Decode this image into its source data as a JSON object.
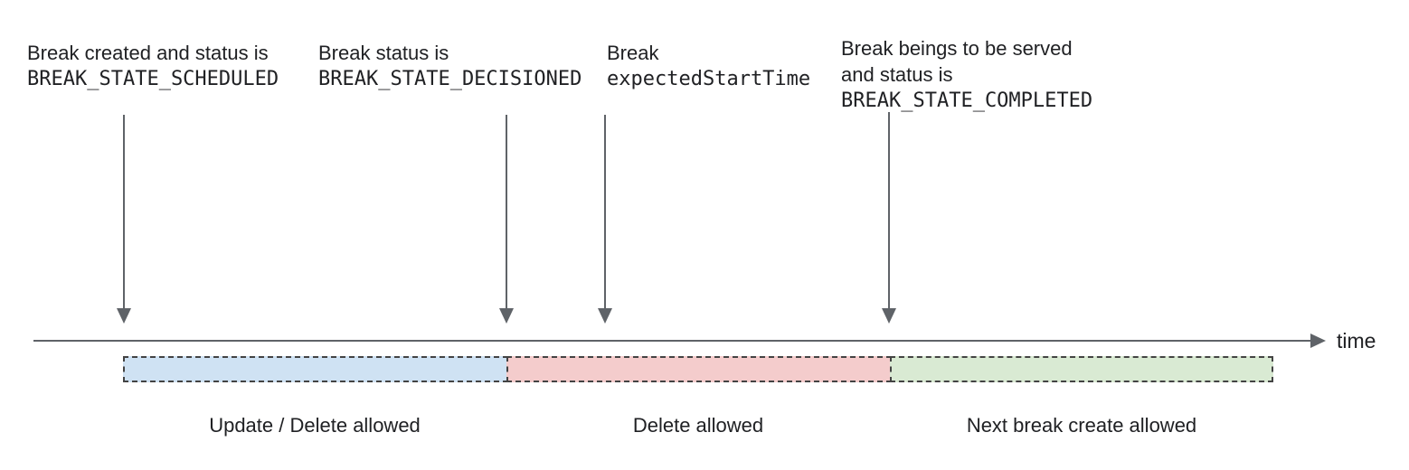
{
  "annotations": [
    {
      "text": "Break created and status is",
      "code": "BREAK_STATE_SCHEDULED"
    },
    {
      "text": "Break status is",
      "code": "BREAK_STATE_DECISIONED"
    },
    {
      "text": "Break",
      "code": "expectedStartTime"
    },
    {
      "text": "Break beings to be served\nand status is",
      "code": "BREAK_STATE_COMPLETED"
    }
  ],
  "timeline": {
    "axis_label": "time"
  },
  "segments": [
    {
      "label": "Update / Delete allowed",
      "fill": "#cfe2f3"
    },
    {
      "label": "Delete allowed",
      "fill": "#f4cccc"
    },
    {
      "label": "Next break create allowed",
      "fill": "#d9ead3"
    }
  ],
  "colors": {
    "arrow": "#5f6368",
    "text": "#202124",
    "segment_border": "#434343"
  }
}
